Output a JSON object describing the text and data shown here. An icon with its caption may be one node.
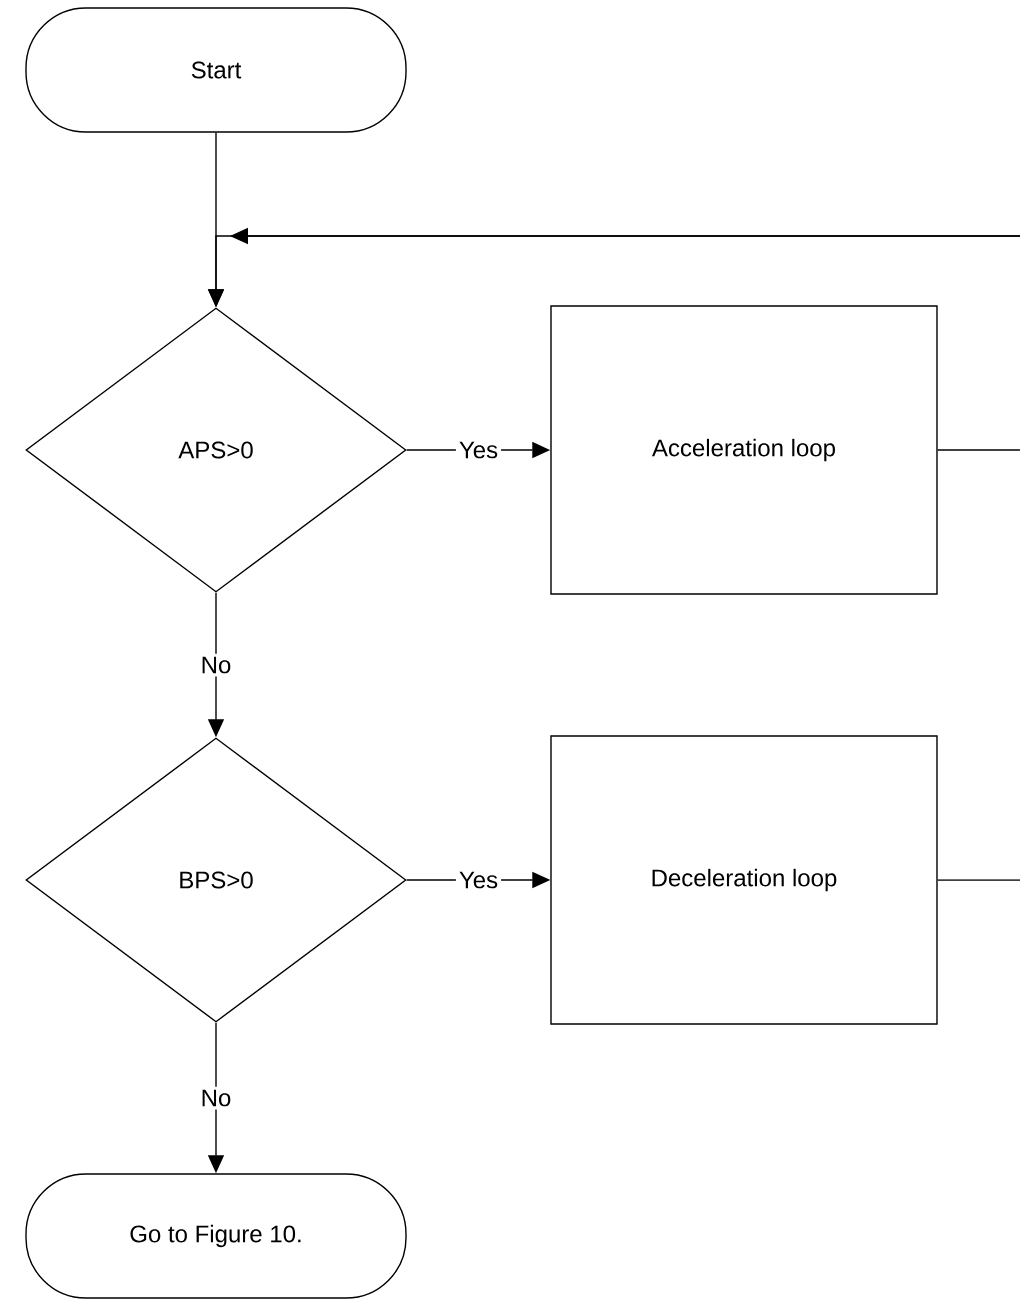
{
  "diagram": {
    "nodes": [
      {
        "text": [
          "Start"
        ]
      },
      {
        "text": [
          "APS>0"
        ]
      },
      {
        "text": [
          "Acceleration loop"
        ]
      },
      {
        "text": [
          "BPS>0"
        ]
      },
      {
        "text": [
          "Deceleration loop"
        ]
      },
      {
        "text": [
          "Go to Figure 10."
        ]
      }
    ],
    "edges": [
      {
        "from": 0,
        "to": 1,
        "arrow": "to"
      },
      {
        "from": null,
        "to": 1,
        "arrow": "to"
      },
      {
        "from": 1,
        "to": 2,
        "label": "Yes",
        "arrow": "to"
      },
      {
        "from": 2,
        "to": null,
        "arrow": "none"
      },
      {
        "from": 1,
        "to": 3,
        "label": "No",
        "arrow": "to"
      },
      {
        "from": 3,
        "to": 4,
        "label": "Yes",
        "arrow": "to"
      },
      {
        "from": 4,
        "to": null,
        "arrow": "none"
      },
      {
        "from": 3,
        "to": 5,
        "label": "No",
        "arrow": "to"
      }
    ]
  }
}
